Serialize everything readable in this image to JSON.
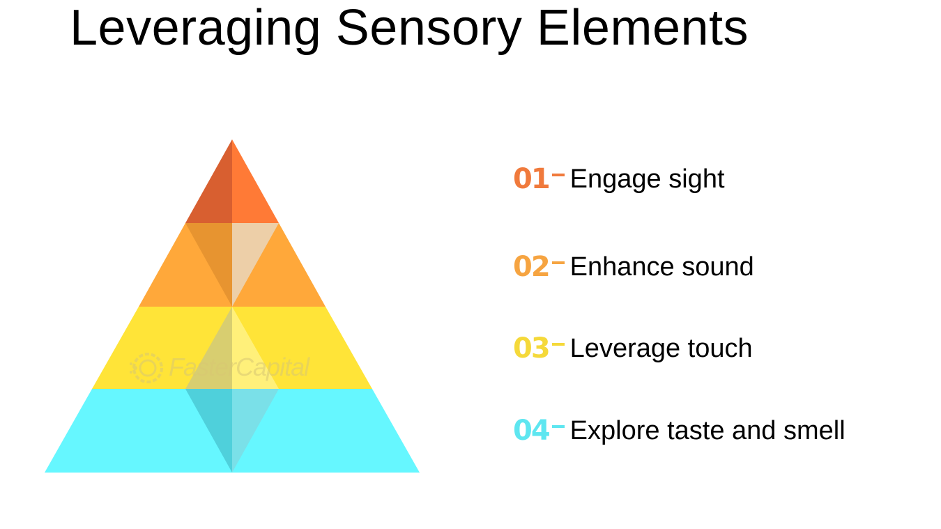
{
  "title": "Leveraging Sensory Elements",
  "pyramid": {
    "levels": [
      {
        "name": "level-1",
        "light": "#ff7a36",
        "dark": "#d85f30",
        "center": "#e7a070"
      },
      {
        "name": "level-2",
        "light": "#ffa83a",
        "dark": "#e79430",
        "center": "#edcfa8"
      },
      {
        "name": "level-3",
        "light": "#ffe438",
        "dark": "#d8ce70",
        "center": "#fff07a"
      },
      {
        "name": "level-4",
        "light": "#66f7ff",
        "dark": "#4fd0db",
        "center": "#7ae0e8"
      }
    ]
  },
  "watermark": {
    "text": "FasterCapital",
    "color": "#d8c873"
  },
  "items": [
    {
      "number": "01",
      "label": "Engage sight",
      "color": "#f07a3c"
    },
    {
      "number": "02",
      "label": "Enhance sound",
      "color": "#f6a441"
    },
    {
      "number": "03",
      "label": "Leverage touch",
      "color": "#f5d93a"
    },
    {
      "number": "04",
      "label": "Explore taste and smell",
      "color": "#5ee6f0"
    }
  ]
}
